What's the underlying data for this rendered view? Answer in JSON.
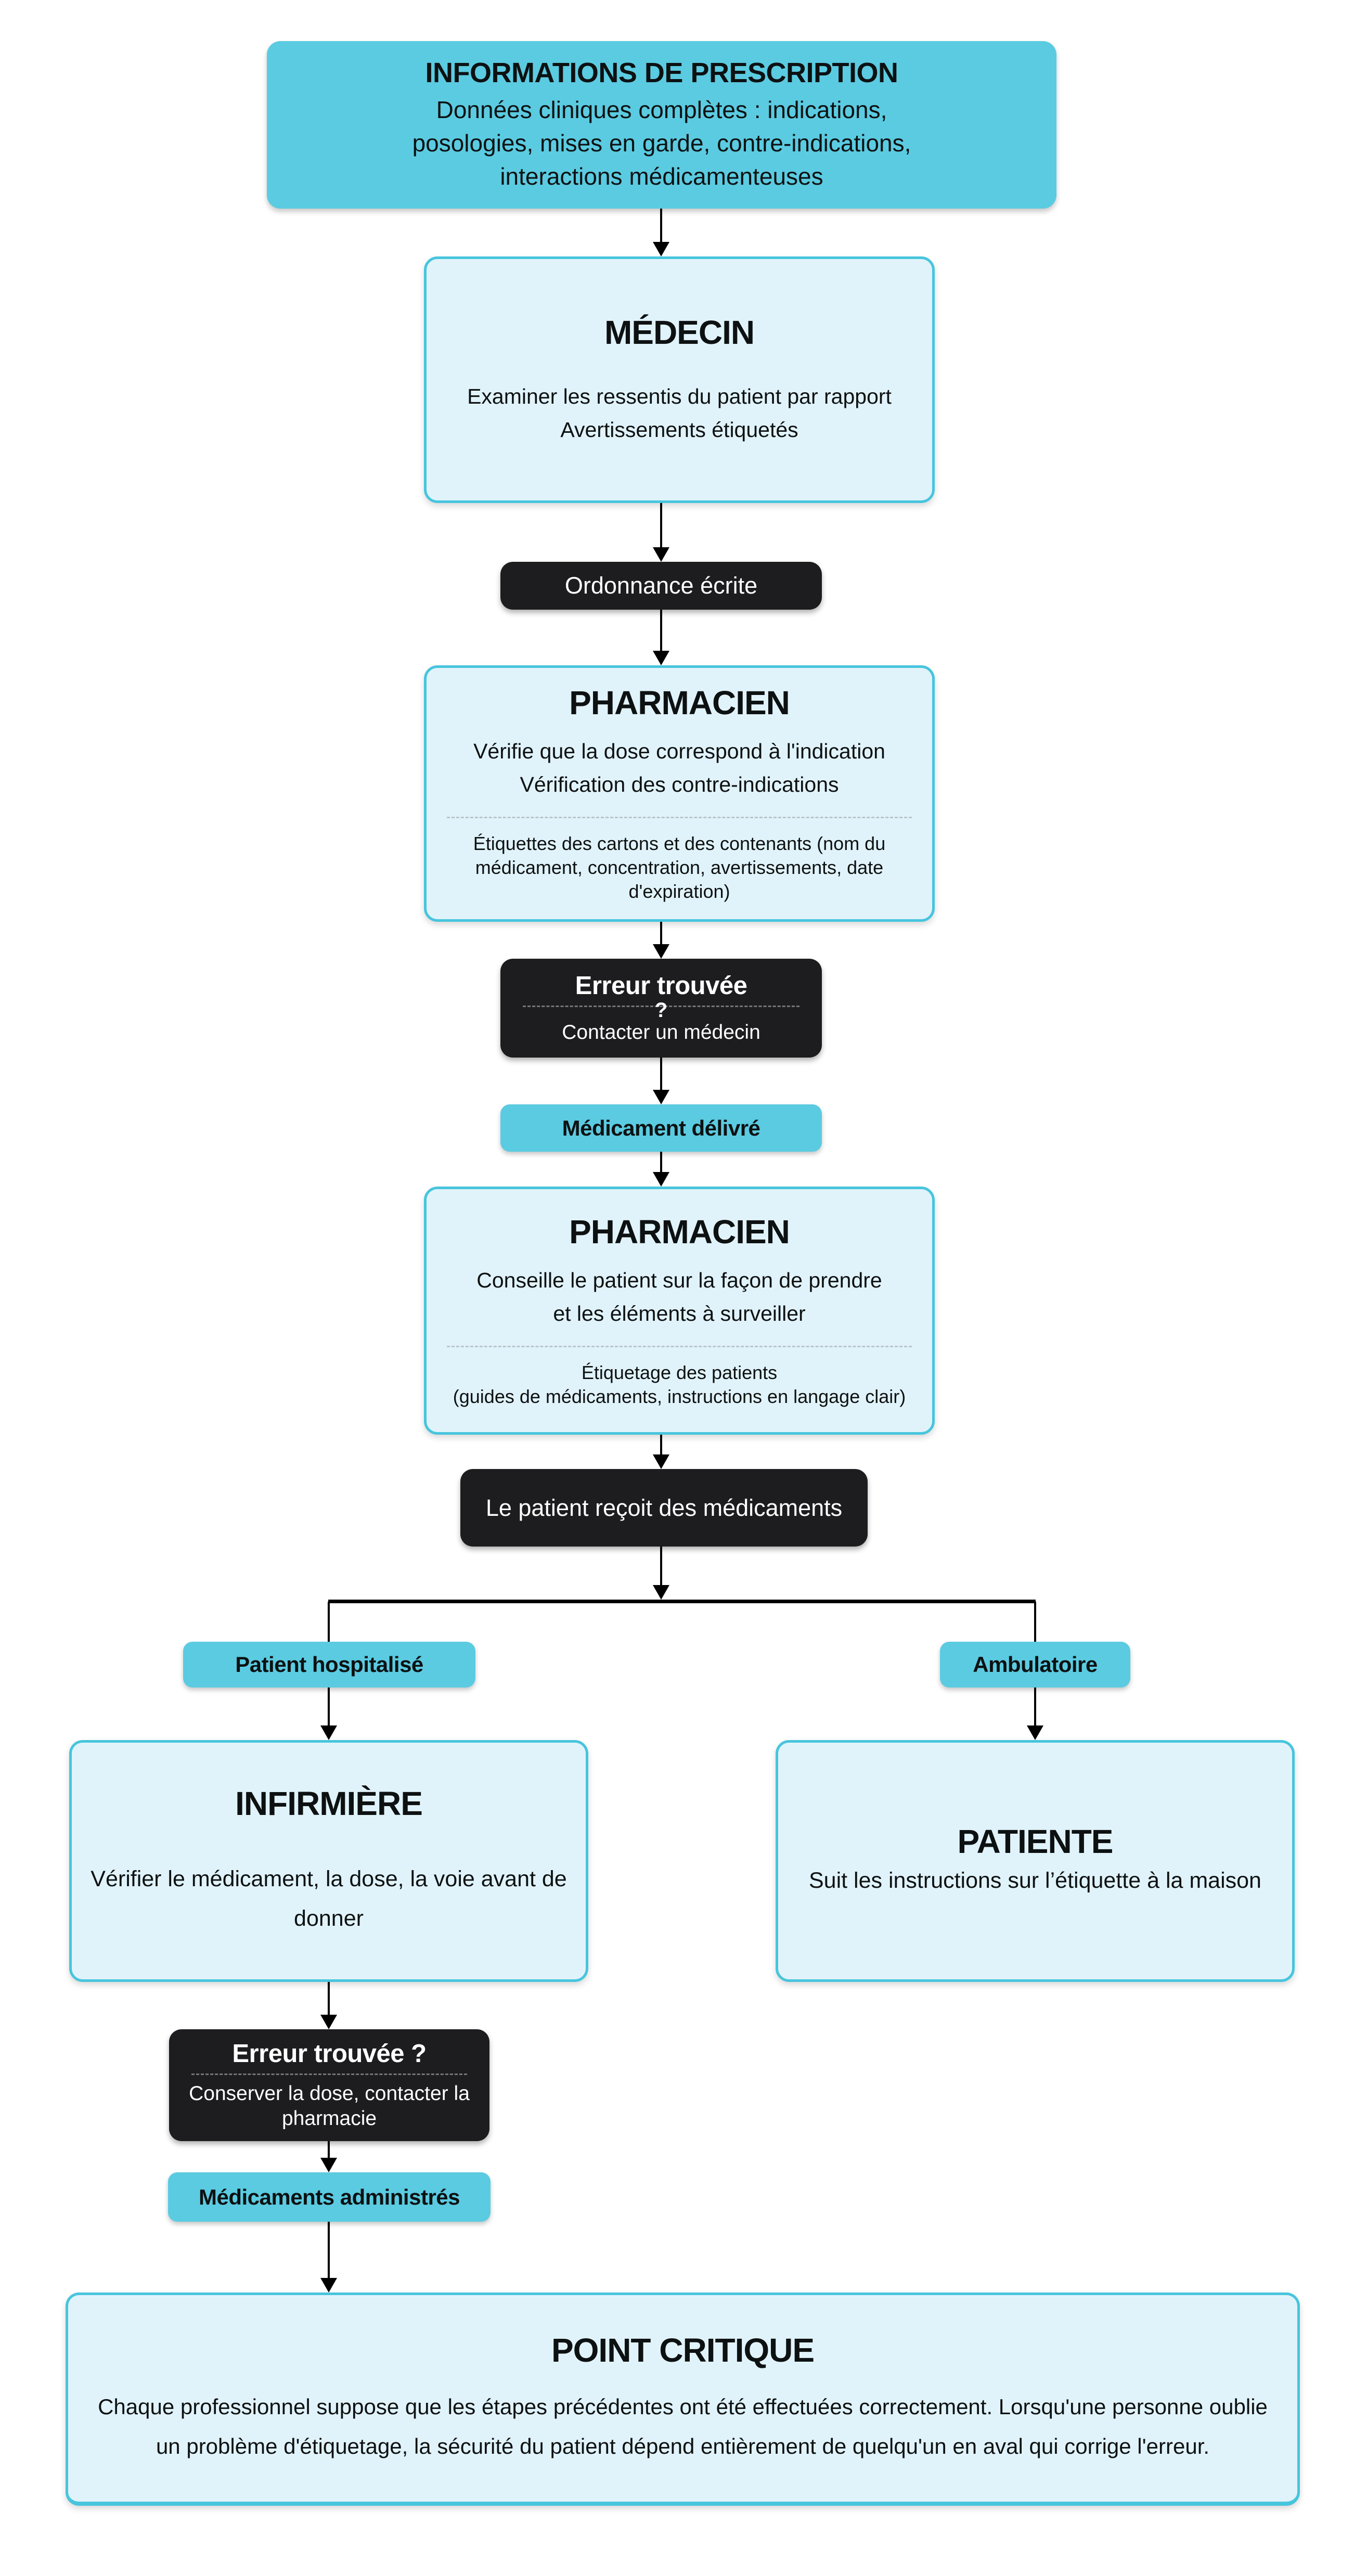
{
  "colors": {
    "cyan": "#5BCBE1",
    "light_blue_fill": "#E1F3FA",
    "cyan_border": "#47C5DD",
    "dark": "#1D1D1F",
    "background": "#FFFFFF"
  },
  "nodes": {
    "info": {
      "title": "INFORMATIONS DE PRESCRIPTION",
      "body": "Données cliniques complètes : indications, posologies, mises en garde, contre-indications, interactions médicamenteuses"
    },
    "medecin": {
      "title": "MÉDECIN",
      "lines": [
        "Examiner les ressentis du patient par rapport",
        "Avertissements étiquetés"
      ]
    },
    "ordonnance": {
      "label": "Ordonnance écrite"
    },
    "pharmacien1": {
      "title": "PHARMACIEN",
      "lines": [
        "Vérifie que la dose correspond à l'indication",
        "Vérification des contre-indications"
      ],
      "note": "Étiquettes des cartons et des contenants (nom du médicament, concentration, avertissements, date d'expiration)"
    },
    "erreur_pharmacie": {
      "title": "Erreur trouvée",
      "question_mark": "?",
      "subtitle": "Contacter un médecin"
    },
    "delivre": {
      "label": "Médicament délivré"
    },
    "pharmacien2": {
      "title": "PHARMACIEN",
      "lines": [
        "Conseille le patient sur la façon de prendre",
        "et les éléments à surveiller"
      ],
      "note_lines": [
        "Étiquetage des patients",
        "(guides de médicaments, instructions en langage clair)"
      ]
    },
    "recoit": {
      "label": "Le patient reçoit des médicaments"
    },
    "hospitalise": {
      "label": "Patient hospitalisé"
    },
    "ambulatoire": {
      "label": "Ambulatoire"
    },
    "infirmiere": {
      "title": "INFIRMIÈRE",
      "body": "Vérifier le médicament, la dose, la voie avant de donner"
    },
    "patiente": {
      "title": "PATIENTE",
      "body": "Suit les instructions sur l’étiquette à la maison"
    },
    "erreur_infirmiere": {
      "title": "Erreur trouvée ?",
      "subtitle": "Conserver la dose, contacter la pharmacie"
    },
    "administres": {
      "label": "Médicaments administrés"
    },
    "critique": {
      "title": "POINT CRITIQUE",
      "body": "Chaque professionnel suppose que les étapes précédentes ont été effectuées correctement. Lorsqu'une personne oublie un problème d'étiquetage, la sécurité du patient dépend entièrement de quelqu'un en aval qui corrige l'erreur."
    }
  }
}
